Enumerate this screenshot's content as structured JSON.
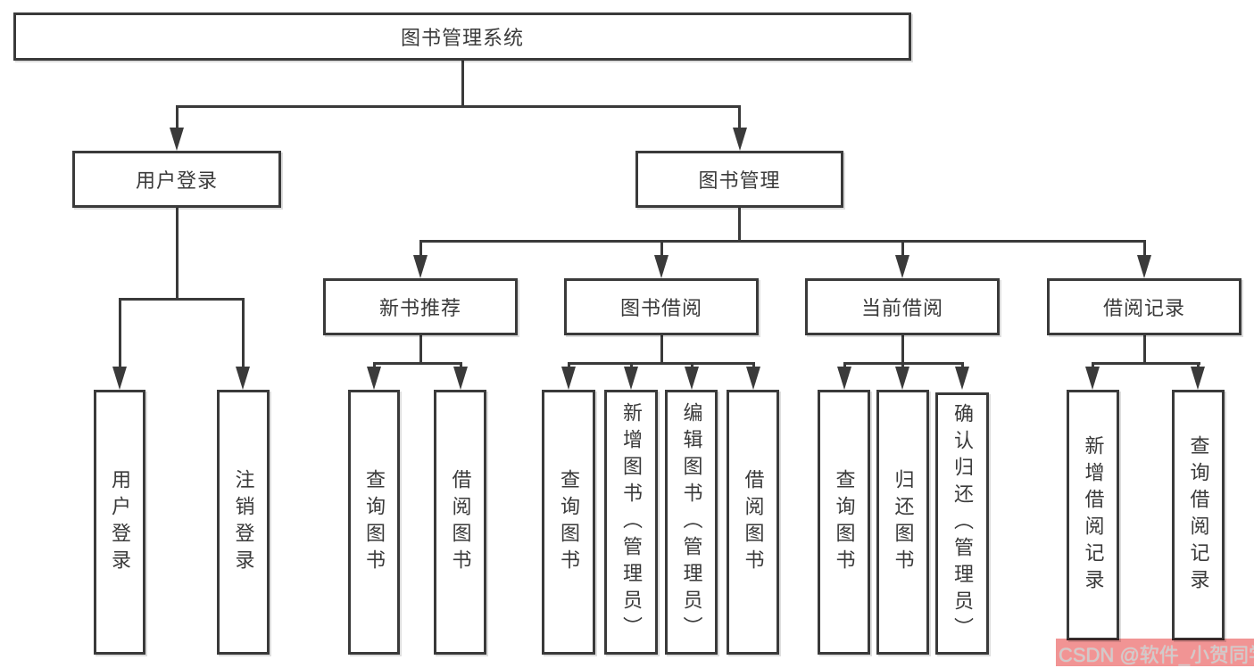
{
  "diagram": {
    "root": {
      "label": "图书管理系统"
    },
    "branches": [
      {
        "label": "用户登录",
        "children": [
          {
            "label": "用户登录"
          },
          {
            "label": "注销登录"
          }
        ]
      },
      {
        "label": "图书管理",
        "children": [
          {
            "label": "新书推荐",
            "children": [
              {
                "label": "查询图书"
              },
              {
                "label": "借阅图书"
              }
            ]
          },
          {
            "label": "图书借阅",
            "children": [
              {
                "label": "查询图书"
              },
              {
                "label": "新增图书（管理员）"
              },
              {
                "label": "编辑图书（管理员）"
              },
              {
                "label": "借阅图书"
              }
            ]
          },
          {
            "label": "当前借阅",
            "children": [
              {
                "label": "查询图书"
              },
              {
                "label": "归还图书"
              },
              {
                "label": "确认归还（管理员）"
              }
            ]
          },
          {
            "label": "借阅记录",
            "children": [
              {
                "label": "新增借阅记录"
              },
              {
                "label": "查询借阅记录"
              }
            ]
          }
        ]
      }
    ]
  },
  "watermark": {
    "text": "CSDN @软件_小贺同学",
    "band_color": "#f19494",
    "text_color": "#cccccc"
  },
  "colors": {
    "line": "#3a3a3a",
    "box_border": "#3a3a3a",
    "box_background": "#ffffff",
    "text": "#3a3a3a",
    "page_background": "#ffffff"
  }
}
